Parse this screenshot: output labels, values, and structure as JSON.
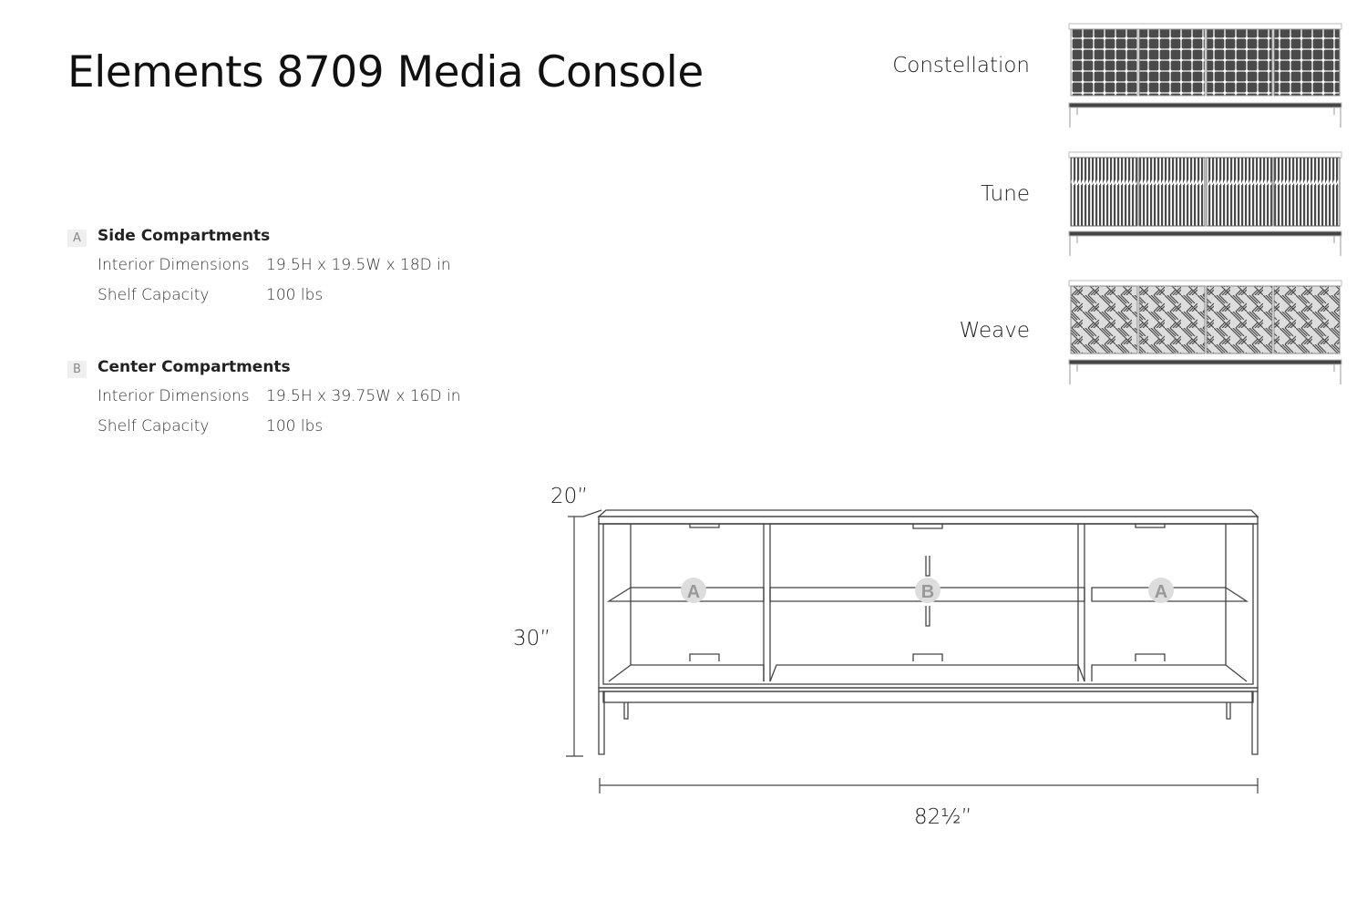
{
  "title": "Elements 8709 Media Console",
  "compartments": [
    {
      "badge": "A",
      "name": "Side Compartments",
      "dims_label": "Interior Dimensions",
      "dims_value": "19.5H x 19.5W x 18D in",
      "capacity_label": "Shelf Capacity",
      "capacity_value": "100 lbs"
    },
    {
      "badge": "B",
      "name": "Center Compartments",
      "dims_label": "Interior Dimensions",
      "dims_value": "19.5H x 39.75W x 16D in",
      "capacity_label": "Shelf Capacity",
      "capacity_value": "100 lbs"
    }
  ],
  "variants": [
    {
      "name": "Constellation",
      "pattern": "constellation"
    },
    {
      "name": "Tune",
      "pattern": "tune"
    },
    {
      "name": "Weave",
      "pattern": "weave"
    }
  ],
  "dimensions": {
    "depth": "20”",
    "height": "30”",
    "width": "82½”"
  },
  "drawing_badges": [
    "A",
    "B",
    "A"
  ],
  "colors": {
    "line": "#444444",
    "door_dark": "#4a4a4a",
    "badge_bg": "#dddddd"
  }
}
